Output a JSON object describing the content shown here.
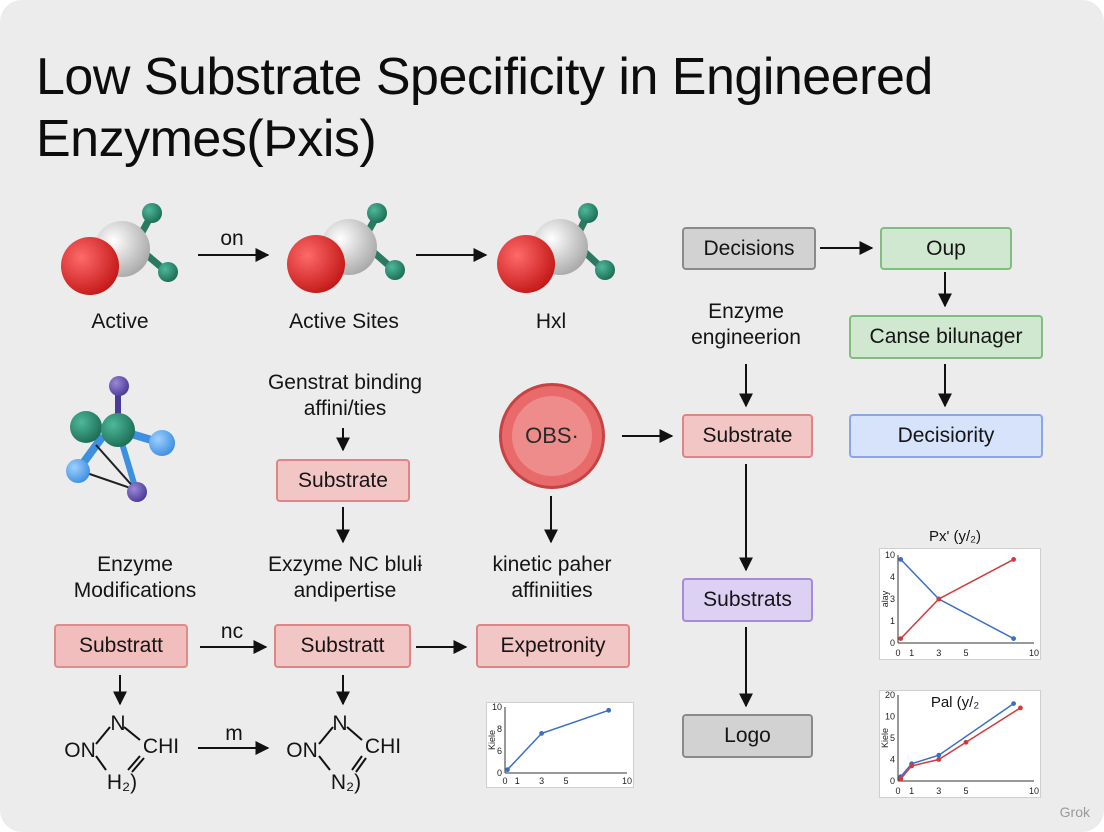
{
  "title": "Low Substrate Specificity in Engineered Enzymes(Þxis)",
  "molecule_labels": [
    "Active",
    "Active Sites",
    "Hxl"
  ],
  "arrow_labels": {
    "top_left": "on",
    "bottom_a": "nc",
    "bottom_b": "m"
  },
  "labels": {
    "genstrat": "Genstrat binding affini/ties",
    "enzyme_modifications": "Enzyme Modifications",
    "exzyme_nc": "Exzyme NC blulɨ andipertise",
    "kinetic": "kinetic paher affiniities",
    "enzyme_engineerion": "Enzyme engineerion"
  },
  "boxes": {
    "substrate_mid": "Substrate",
    "substratt_left": "Substratt",
    "substratt_mid": "Substratt",
    "expetronity": "Expetronity",
    "decisions": "Decisions",
    "oup": "Oup",
    "canse": "Canse bilunager",
    "decisiority": "Decisiority",
    "substrate_right": "Substrate",
    "substrats": "Substrats",
    "logo": "Logo"
  },
  "circle_label": "OBS·",
  "ring_labels": {
    "n_top": "N",
    "o_left": "ON",
    "ch_right": "CHI",
    "h_bottom": "H₂)",
    "n_bottom": "N₂)"
  },
  "colors": {
    "red_box": "#f3c6c6",
    "gray_box": "#d2d2d2",
    "green_box": "#cfe8cf",
    "blue_box": "#d7e3fb",
    "purple_box": "#dcd0f3",
    "circle": "#e96a6a",
    "series_blue": "#3b6fc6",
    "series_red": "#d23a3a"
  },
  "chart_data": [
    {
      "type": "line",
      "title": "",
      "xlabel": "",
      "ylabel": "Kiele",
      "xticks": [
        "0",
        "1",
        "3",
        "5",
        "10"
      ],
      "yticks": [
        "10",
        "8",
        "6",
        "0"
      ],
      "series": [
        {
          "x": [
            0.2,
            3,
            8.5
          ],
          "y": [
            0.5,
            6,
            9.5
          ]
        }
      ]
    },
    {
      "type": "line",
      "title": "Px' (y/₂)",
      "xlabel": "",
      "ylabel": "alay",
      "xticks": [
        "0",
        "1",
        "3",
        "5",
        "10"
      ],
      "yticks": [
        "10",
        "4",
        "3",
        "1",
        "0"
      ],
      "series": [
        {
          "x": [
            0.2,
            3,
            8.5
          ],
          "y": [
            9.5,
            5,
            0.5
          ]
        },
        {
          "x": [
            0.2,
            3,
            8.5
          ],
          "y": [
            0.5,
            5,
            9.5
          ]
        }
      ]
    },
    {
      "type": "line",
      "title": "Pal (y/₂",
      "xlabel": "",
      "ylabel": "Kiele",
      "xticks": [
        "0",
        "1",
        "3",
        "5",
        "10"
      ],
      "yticks": [
        "20",
        "10",
        "5",
        "4",
        "0"
      ],
      "series": [
        {
          "x": [
            0.2,
            1,
            3,
            8.5
          ],
          "y": [
            1,
            4,
            6,
            18
          ]
        },
        {
          "x": [
            0.2,
            1,
            3,
            5,
            9
          ],
          "y": [
            0.5,
            3.5,
            5,
            9,
            17
          ]
        }
      ]
    }
  ],
  "watermark": "Grok"
}
